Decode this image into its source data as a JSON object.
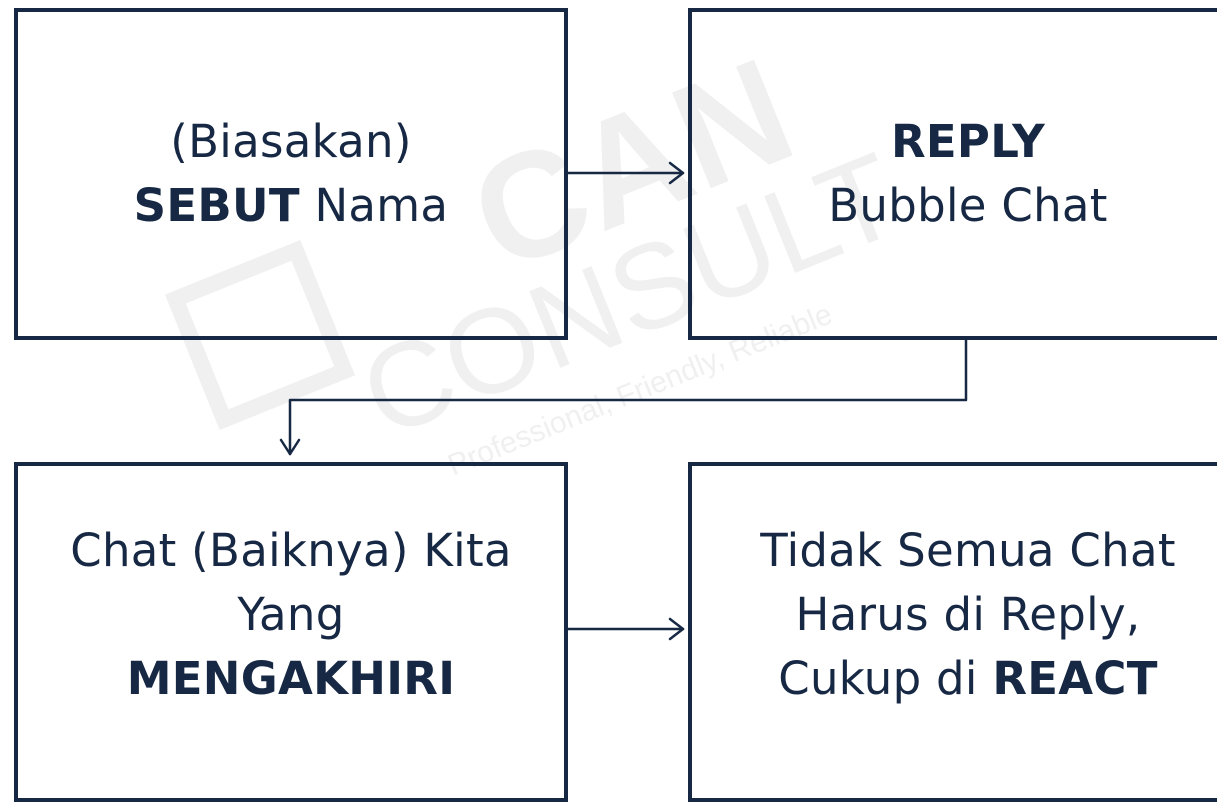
{
  "watermark": {
    "brand": "CAN",
    "sub": "CONSULT",
    "tagline": "Professional, Friendly, Reliable"
  },
  "boxes": {
    "sebut_nama": {
      "line1": "(Biasakan)",
      "line2_bold": "SEBUT",
      "line2_rest": " Nama"
    },
    "reply_bubble": {
      "line1_bold": "REPLY",
      "line2": "Bubble Chat"
    },
    "mengakhiri": {
      "line1": "Chat (Baiknya) Kita",
      "line2": "Yang",
      "line3_bold": "MENGAKHIRI"
    },
    "react": {
      "line1": "Tidak Semua Chat",
      "line2": "Harus di Reply,",
      "line3_pre": "Cukup di ",
      "line3_bold": "REACT"
    }
  },
  "colors": {
    "navy": "#162843",
    "watermark": "#efefef"
  }
}
